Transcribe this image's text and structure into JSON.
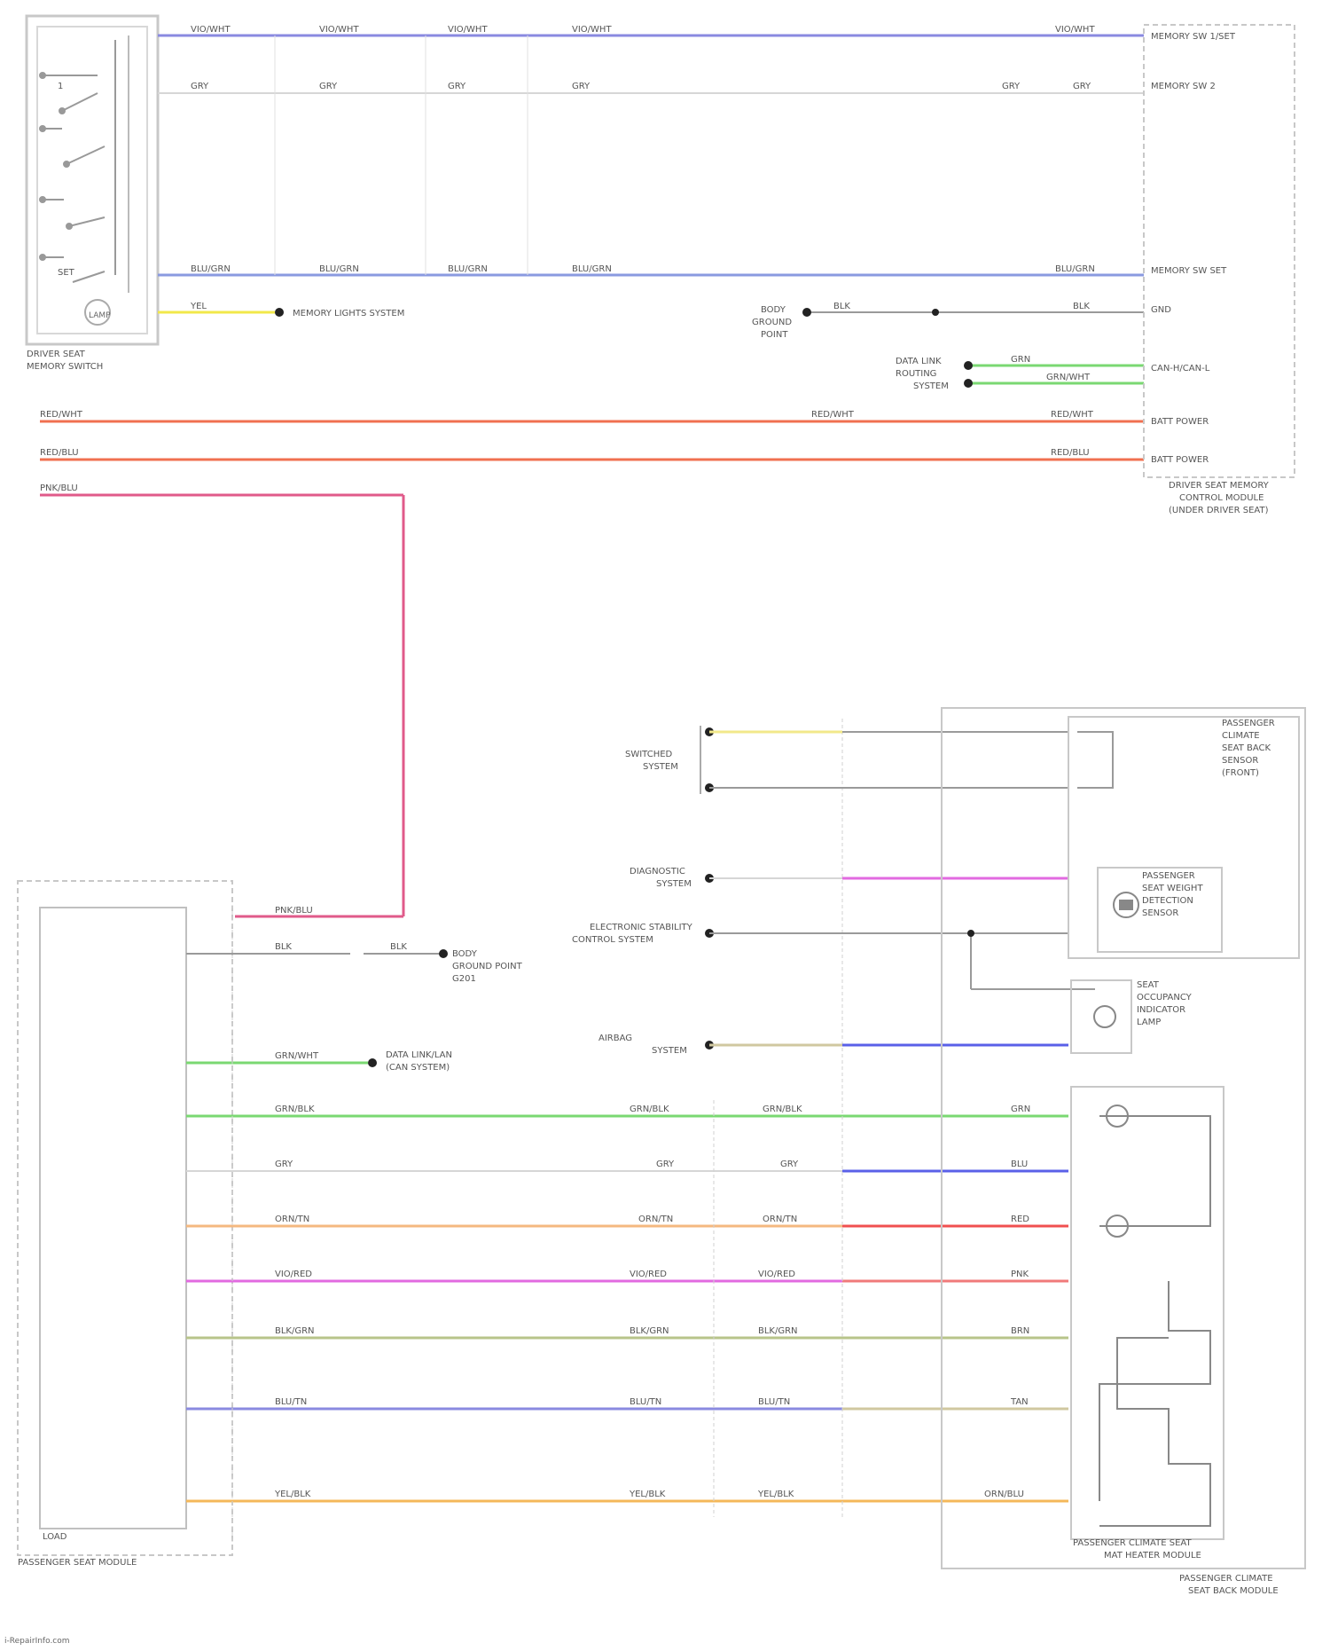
{
  "footer": {
    "text": "i-RepairInfo.com"
  },
  "colors": {
    "violet": "#6a6ad8",
    "lightgray": "#cfcfcf",
    "navy": "#5a6fc8",
    "yellow": "#f2e84a",
    "orange": "#f07050",
    "pink": "#e05a8a",
    "green": "#6fd86a",
    "magenta": "#e26ae0",
    "blue": "#5a60e8",
    "red": "#f05050",
    "olive": "#b8b48a",
    "tan": "#f4b85a",
    "gray": "#9a9a9a",
    "box": "#bdbdbd"
  },
  "components": {
    "driver_switch": {
      "caption": [
        "DRIVER SEAT",
        "MEMORY SWITCH"
      ],
      "lamp": "LAMP"
    },
    "top_module_right": {
      "caption": [
        "DRIVER SEAT MEMORY",
        "CONTROL MODULE",
        "(UNDER DRIVER SEAT)"
      ]
    },
    "right_upper_label": [
      "PASSENGER",
      "CLIMATE",
      "SEAT BACK",
      "SENSOR",
      "(FRONT)"
    ],
    "weight_sensor": [
      "PASSENGER",
      "SEAT WEIGHT",
      "DETECTION",
      "SENSOR"
    ],
    "warning_lamp": [
      "SEAT",
      "OCCUPANCY",
      "INDICATOR",
      "LAMP"
    ],
    "module_right_label": [
      "PASSENGER CLIMATE SEAT",
      "MAT HEATER MODULE"
    ],
    "module_right_outer": [
      "PASSENGER CLIMATE",
      "SEAT BACK MODULE"
    ],
    "left_module": {
      "caption": "PASSENGER SEAT MODULE",
      "sub": "LOAD"
    },
    "ground_ref": [
      "BODY",
      "GROUND POINT",
      "G201"
    ],
    "data_link": [
      "DATA LINK/LAN",
      "(CAN SYSTEM)"
    ],
    "left_refs": [
      [
        "SWITCHED",
        "SYSTEM"
      ],
      [
        "DIAGNOSTIC",
        "SYSTEM"
      ],
      [
        "ELECTRONIC STABILITY",
        "CONTROL SYSTEM"
      ],
      [
        "AIRBAG",
        "SYSTEM"
      ]
    ],
    "top_ground": [
      "BODY",
      "GROUND",
      "POINT"
    ],
    "can_refs": [
      "DATA LINK",
      "ROUTING",
      "SYSTEM"
    ],
    "memory_lamp_ref": "MEMORY LIGHTS SYSTEM"
  },
  "wires_top": [
    {
      "codes": [
        "VIO/WHT",
        "VIO/WHT",
        "VIO/WHT",
        "VIO/WHT",
        "VIO/WHT"
      ],
      "end": "MEMORY SW 1/SET"
    },
    {
      "codes": [
        "GRY",
        "GRY",
        "GRY",
        "GRY",
        "GRY",
        "GRY"
      ],
      "end": "MEMORY SW 2"
    },
    {
      "codes": [
        "BLU/GRN",
        "BLU/GRN",
        "BLU/GRN",
        "BLU/GRN",
        "BLU/GRN"
      ],
      "end": "MEMORY SW SET"
    },
    {
      "codes": [
        "YEL"
      ],
      "end": ""
    },
    {
      "codes": [
        "BLK",
        "BLK"
      ],
      "end": "GND"
    },
    {
      "codes": [
        "GRN",
        "GRN/WHT"
      ],
      "end": "CAN-H/CAN-L"
    },
    {
      "codes": [
        "RED/WHT",
        "RED/WHT",
        "RED/WHT"
      ],
      "end": "BATT POWER"
    },
    {
      "codes": [
        "RED/BLU",
        "RED/BLU"
      ],
      "end": "BATT POWER"
    },
    {
      "codes": [
        "PNK/BLU"
      ],
      "end": ""
    }
  ],
  "wires_bottom": [
    {
      "left": "GRN/BLK",
      "mid": "GRN/BLK",
      "right": "GRN"
    },
    {
      "left": "GRY",
      "mid": "GRY",
      "right": "BLU"
    },
    {
      "left": "ORN/TN",
      "mid": "ORN/TN",
      "right": "RED"
    },
    {
      "left": "VIO/RED",
      "mid": "VIO/RED",
      "right": "PNK"
    },
    {
      "left": "BLK/GRN",
      "mid": "BLK/GRN",
      "right": "BRN"
    },
    {
      "left": "BLU/TN",
      "mid": "BLU/TN",
      "right": "TAN"
    },
    {
      "left": "YEL/BLK",
      "mid": "YEL/BLK",
      "right": "ORN/BLU"
    }
  ]
}
